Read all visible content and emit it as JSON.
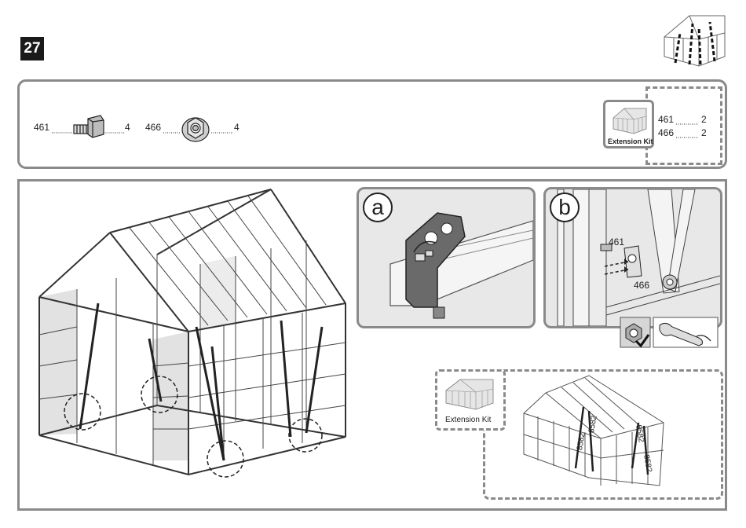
{
  "step": "27",
  "parts": [
    {
      "id": "461",
      "qty": "4"
    },
    {
      "id": "466",
      "qty": "4"
    }
  ],
  "extension_kit": {
    "label": "Extension Kit",
    "parts": [
      {
        "id": "461",
        "qty": "2"
      },
      {
        "id": "466",
        "qty": "2"
      }
    ]
  },
  "details": {
    "a": {
      "letter": "a"
    },
    "b": {
      "letter": "b",
      "labels": [
        "461",
        "466"
      ]
    }
  },
  "extension_section": {
    "label": "Extension Kit",
    "part_labels": [
      "8582",
      "8582",
      "8582",
      "8582"
    ]
  },
  "icon_names": [
    "greenhouse-thumbnail-icon",
    "bolt-icon",
    "flange-nut-icon",
    "wrench-icon",
    "nut-check-icon"
  ]
}
